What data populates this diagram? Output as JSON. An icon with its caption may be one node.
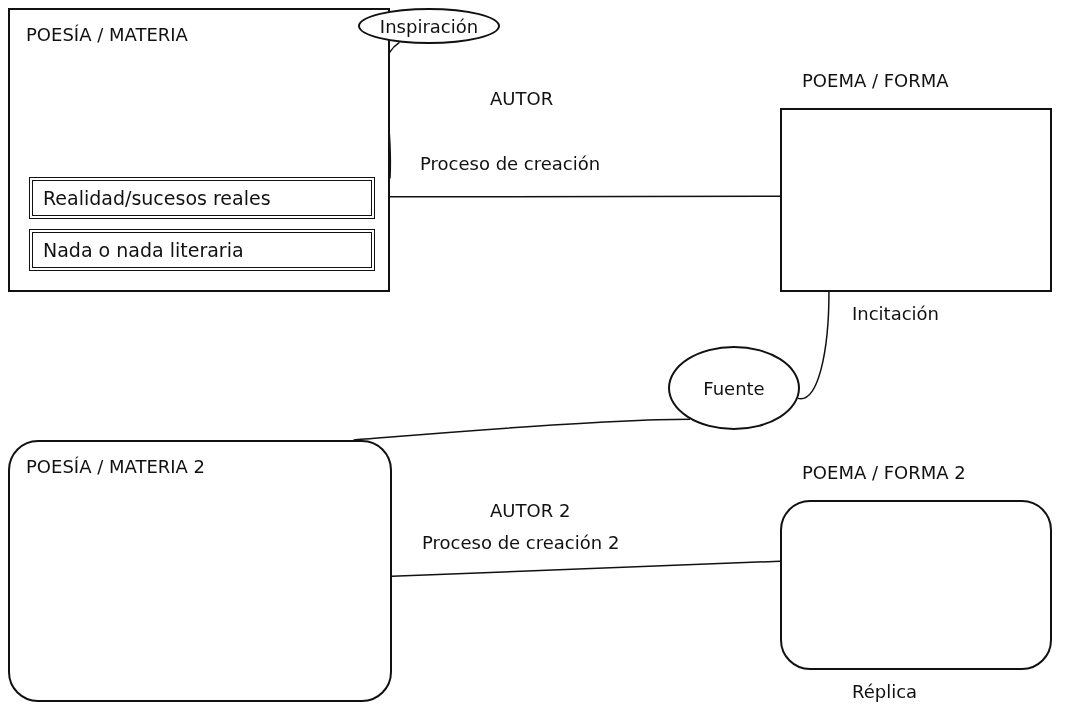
{
  "diagram": {
    "nodes": [
      {
        "text": [
          "POESÍA / MATERIA"
        ]
      },
      {
        "text": [
          "Realidad/sucesos reales"
        ],
        "in": 0
      },
      {
        "text": [
          "Nada o nada literaria"
        ],
        "in": 0
      },
      {
        "text": [
          "Inspiración"
        ]
      },
      {
        "text": [
          "POEMA / FORMA"
        ],
        "beside": [
          "Incitación"
        ]
      },
      {
        "text": [
          "Fuente"
        ]
      },
      {
        "text": [
          "POESÍA / MATERIA 2"
        ]
      },
      {
        "text": [
          "POEMA / FORMA 2"
        ],
        "beside": [
          "Réplica"
        ]
      }
    ],
    "edges": [
      {
        "from": 0,
        "to": 3,
        "arrow": "none"
      },
      {
        "from": 0,
        "to": 4,
        "arrow": "none",
        "label": "Proceso de creación"
      },
      {
        "from": 4,
        "to": 5,
        "arrow": "none"
      },
      {
        "from": 5,
        "to": 6,
        "arrow": "none"
      },
      {
        "from": 6,
        "to": 7,
        "arrow": "none",
        "label": "Proceso de creación 2"
      }
    ],
    "labels": [
      "AUTOR",
      "AUTOR 2"
    ]
  }
}
